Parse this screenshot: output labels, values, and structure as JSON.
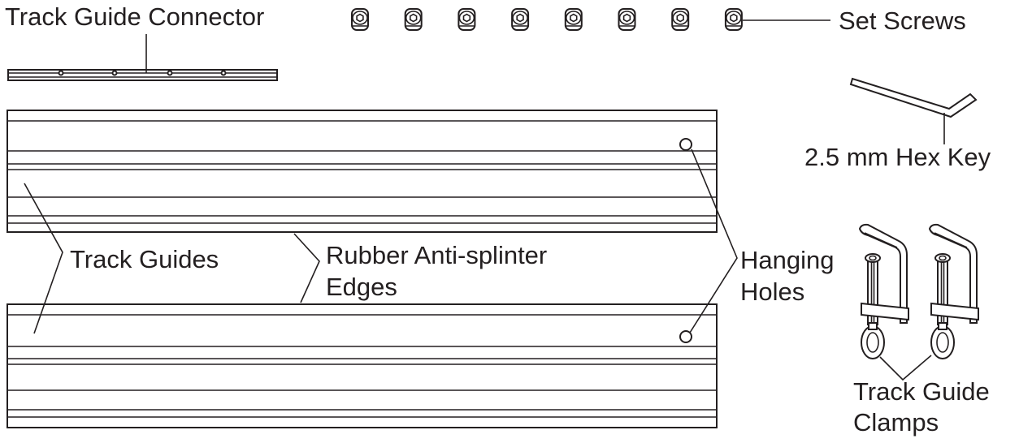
{
  "labels": {
    "track_guide_connector": "Track Guide Connector",
    "set_screws": "Set Screws",
    "hex_key": "2.5 mm Hex Key",
    "track_guides": "Track Guides",
    "rubber_edges_line1": "Rubber Anti-splinter",
    "rubber_edges_line2": "Edges",
    "hanging_holes_line1": "Hanging",
    "hanging_holes_line2": "Holes",
    "clamps_line1": "Track Guide",
    "clamps_line2": "Clamps"
  },
  "parts": {
    "set_screw_count": 8,
    "track_guide_count": 2,
    "clamp_count": 2
  },
  "colors": {
    "line": "#231f20",
    "background": "#ffffff"
  }
}
